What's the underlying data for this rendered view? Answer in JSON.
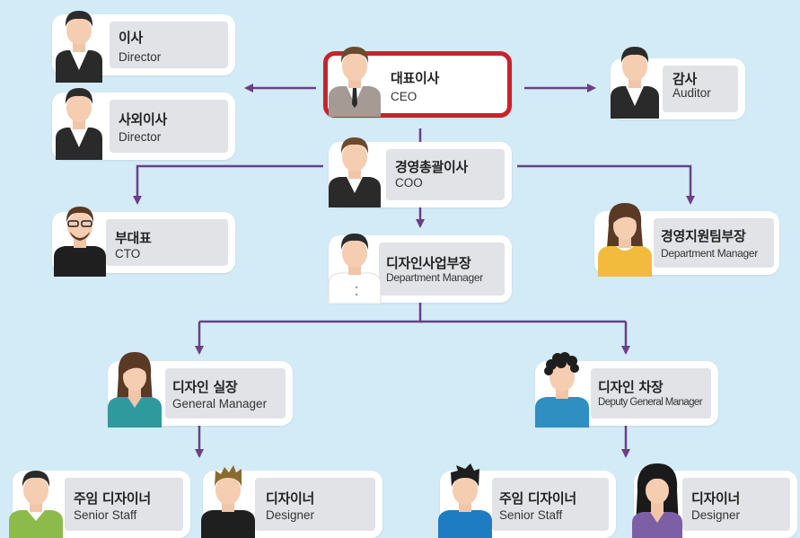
{
  "nodes": {
    "director1": {
      "kr": "이사",
      "en": "Director"
    },
    "director2": {
      "kr": "사외이사",
      "en": "Director"
    },
    "ceo": {
      "kr": "대표이사",
      "en": "CEO"
    },
    "auditor": {
      "kr": "감사",
      "en": "Auditor"
    },
    "coo": {
      "kr": "경영총괄이사",
      "en": "COO"
    },
    "cto": {
      "kr": "부대표",
      "en": "CTO"
    },
    "mgmt_support": {
      "kr": "경영지원팀부장",
      "en": "Department Manager"
    },
    "design_dept": {
      "kr": "디자인사업부장",
      "en": "Department Manager"
    },
    "design_head": {
      "kr": "디자인 실장",
      "en": "General Manager"
    },
    "design_deputy": {
      "kr": "디자인 차장",
      "en": "Deputy General Manager"
    },
    "senior1": {
      "kr": "주임 디자이너",
      "en": "Senior Staff"
    },
    "designer1": {
      "kr": "디자이너",
      "en": "Designer"
    },
    "senior2": {
      "kr": "주임 디자이너",
      "en": "Senior Staff"
    },
    "designer2": {
      "kr": "디자이너",
      "en": "Designer"
    }
  },
  "colors": {
    "background": "#d3ebf6",
    "connector": "#6b3f86",
    "ceo_border": "#c8232c",
    "label_box": "#e1e3e6"
  }
}
